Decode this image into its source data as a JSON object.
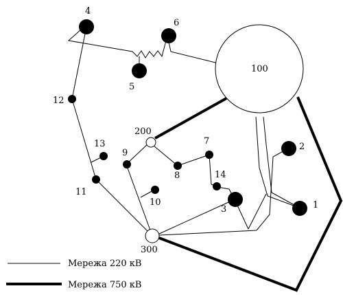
{
  "nodes": {
    "n100": "100",
    "n200": "200",
    "n300": "300",
    "n1": "1",
    "n2": "2",
    "n3": "3",
    "n4": "4",
    "n5": "5",
    "n6": "6",
    "n7": "7",
    "n8": "8",
    "n9": "9",
    "n10": "10",
    "n11": "11",
    "n12": "12",
    "n13": "13",
    "n14": "14"
  },
  "legend": {
    "net220": "Мережа 220 кВ",
    "net750": "Мережа 750 кВ"
  }
}
